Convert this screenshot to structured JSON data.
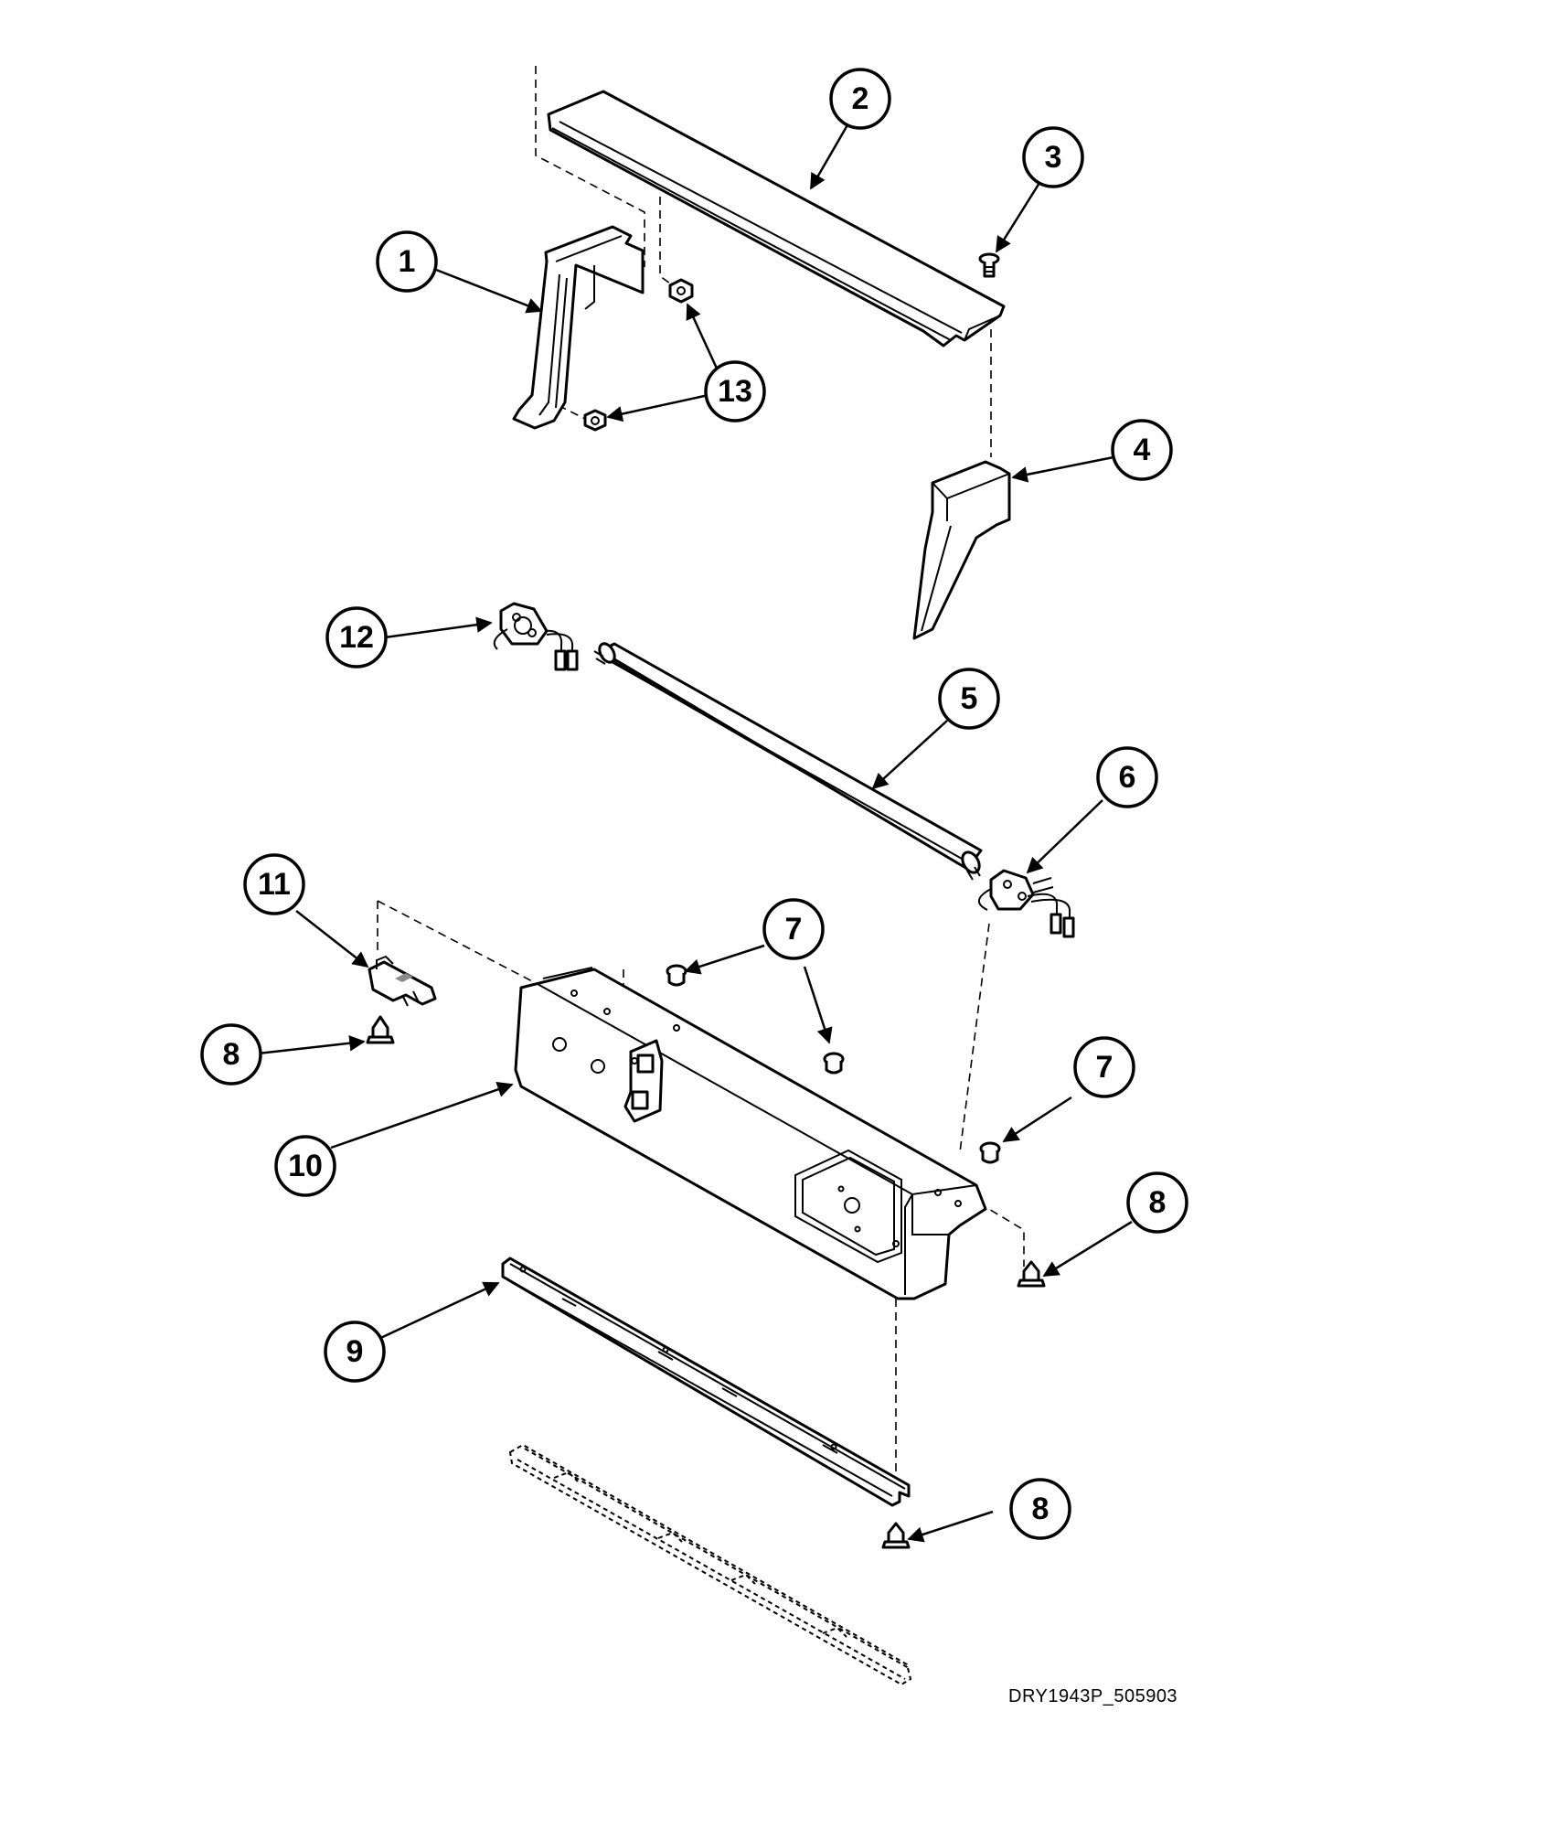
{
  "callouts": {
    "c1": "1",
    "c2": "2",
    "c3": "3",
    "c4": "4",
    "c5": "5",
    "c6": "6",
    "c7a": "7",
    "c7b": "7",
    "c8a": "8",
    "c8b": "8",
    "c8c": "8",
    "c9": "9",
    "c10": "10",
    "c11": "11",
    "c12": "12",
    "c13": "13"
  },
  "reference_code": "DRY1943P_505903"
}
